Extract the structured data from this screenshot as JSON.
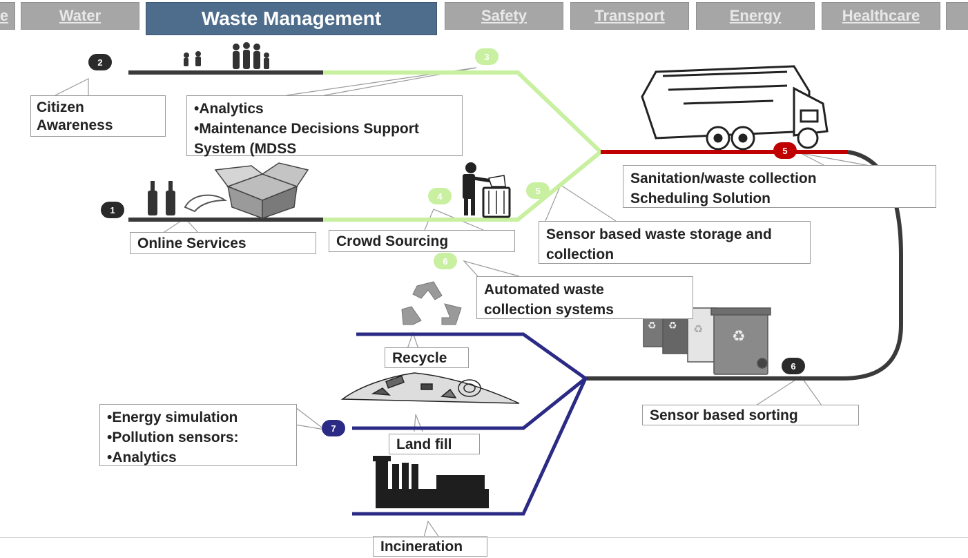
{
  "tabs": [
    {
      "label": "e"
    },
    {
      "label": "Water"
    },
    {
      "label": "Waste Management",
      "active": true
    },
    {
      "label": "Safety"
    },
    {
      "label": "Transport"
    },
    {
      "label": "Energy"
    },
    {
      "label": "Healthcare"
    },
    {
      "label": ""
    }
  ],
  "badges": {
    "b1": "1",
    "b2": "2",
    "b3": "3",
    "b4": "4",
    "b5_green": "5",
    "b5_red": "5",
    "b6_green": "6",
    "b6_dark": "6",
    "b7": "7"
  },
  "callouts": {
    "citizen_awareness": "Citizen\nAwareness",
    "analytics_mdss": "•Analytics\n•Maintenance Decisions Support\n  System (MDSS",
    "online_services": "Online Services",
    "crowd_sourcing": "Crowd Sourcing",
    "sanitation": "Sanitation/waste collection\nScheduling Solution",
    "sensor_storage": "Sensor based waste storage and\ncollection",
    "automated": "Automated waste\ncollection systems",
    "recycle": "Recycle",
    "land_fill": "Land fill",
    "incineration": "Incineration",
    "sensor_sorting": "Sensor based sorting",
    "energy_list": "•Energy simulation\n•Pollution sensors:\n•Analytics"
  },
  "colors": {
    "dark_line": "#3a3a3a",
    "green_line": "#c8f0a0",
    "red_line": "#c00000",
    "blue_line": "#2b2b85",
    "active_tab": "#4e6d8c",
    "tab": "#a6a6a6"
  },
  "icons": [
    "people-silhouette-icon",
    "bottles-icon",
    "box-icon",
    "bin-person-icon",
    "garbage-truck-icon",
    "recycle-icon",
    "waste-pile-icon",
    "factory-icon",
    "recycle-bins-icon"
  ]
}
